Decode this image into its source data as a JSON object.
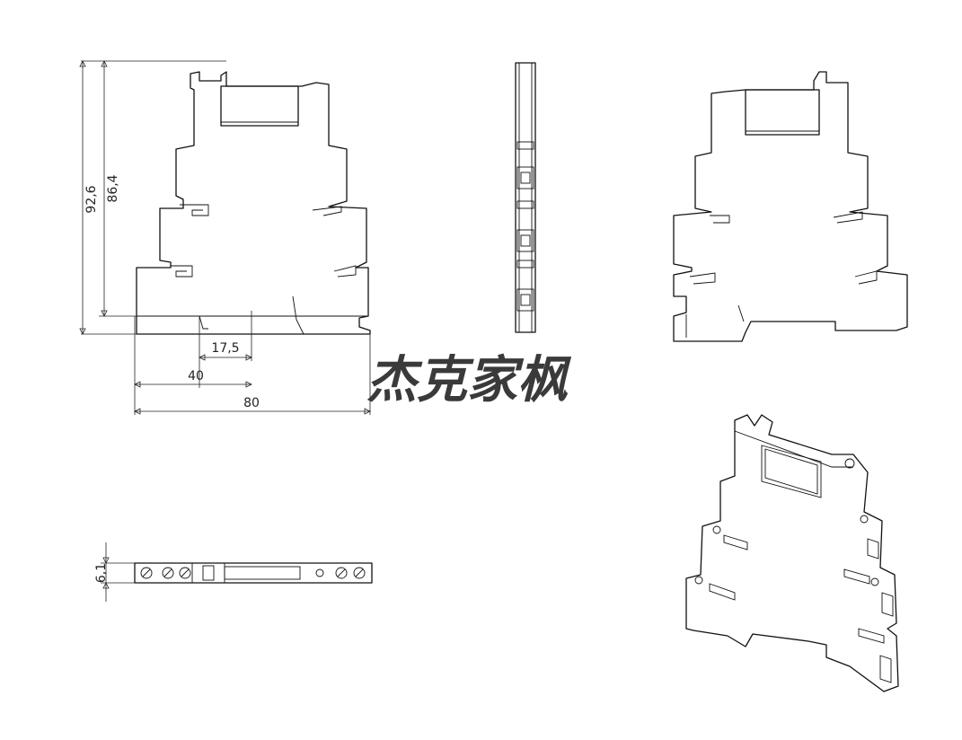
{
  "dimensions": {
    "height_total": "92,6",
    "height_inner": "86,4",
    "offset_small": "17,5",
    "offset_mid": "40",
    "width_total": "80",
    "thickness": "6,1"
  },
  "watermark": "杰克家枫"
}
